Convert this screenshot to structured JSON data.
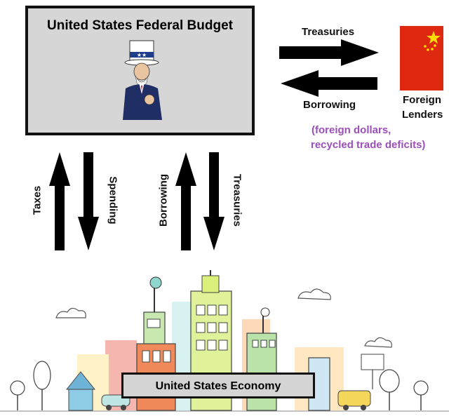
{
  "budget": {
    "title": "United States Federal Budget"
  },
  "foreign": {
    "to_lenders_label": "Treasuries",
    "from_lenders_label": "Borrowing",
    "lenders_label_line1": "Foreign",
    "lenders_label_line2": "Lenders",
    "note_line1": "(foreign dollars,",
    "note_line2": "recycled trade deficits)"
  },
  "vertical_flows": {
    "taxes_label": "Taxes",
    "spending_label": "Spending",
    "borrowing_label": "Borrowing",
    "treasuries_label": "Treasuries"
  },
  "economy": {
    "label": "United States Economy"
  },
  "colors": {
    "flag_red": "#de2910",
    "flag_star": "#ffde00",
    "note_purple": "#9c4fb8",
    "box_gray": "#d6d6d6",
    "arrow": "#000000"
  }
}
